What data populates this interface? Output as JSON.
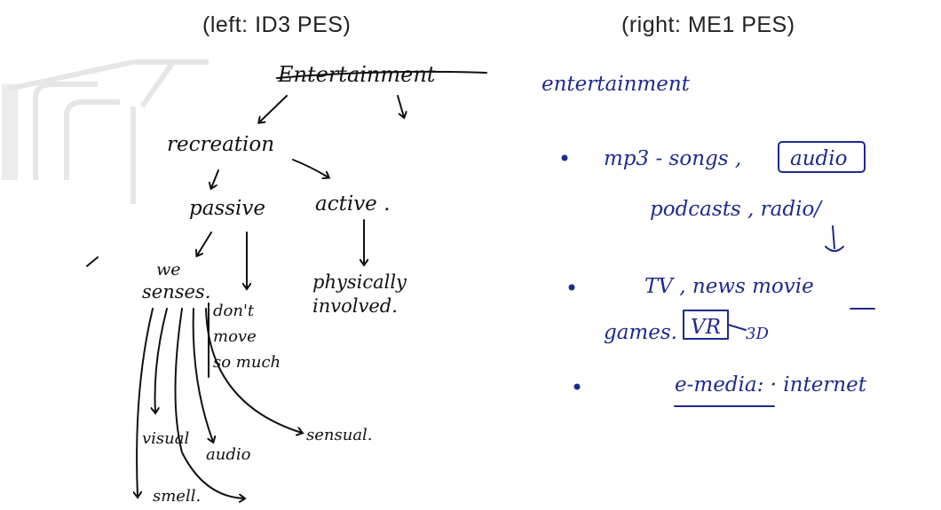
{
  "captions": {
    "left": "(left: ID3 PES)",
    "right": "(right: ME1 PES)"
  },
  "left_diagram": {
    "root": "Entertainment",
    "recreation": "recreation",
    "passive": "passive",
    "active": "active .",
    "we_senses": [
      "we",
      "senses."
    ],
    "dont_move": [
      "don't",
      "move",
      "so much"
    ],
    "physically_involved": [
      "physically",
      "involved."
    ],
    "visual": "visual",
    "audio": "audio",
    "sensual": "sensual.",
    "smell": "smell."
  },
  "right_notes": {
    "title": "entertainment",
    "line1": "mp3 - songs ,",
    "line1_box": "audio",
    "line2": "podcasts , radio/",
    "line3": "TV , news movie",
    "line4_a": "games.",
    "line4_box": "VR",
    "line4_b": "3D",
    "line5": "e-media: · internet"
  },
  "colors": {
    "left_ink": "#111111",
    "right_ink": "#1f2a8c",
    "watermark": "#e6e6e6"
  }
}
